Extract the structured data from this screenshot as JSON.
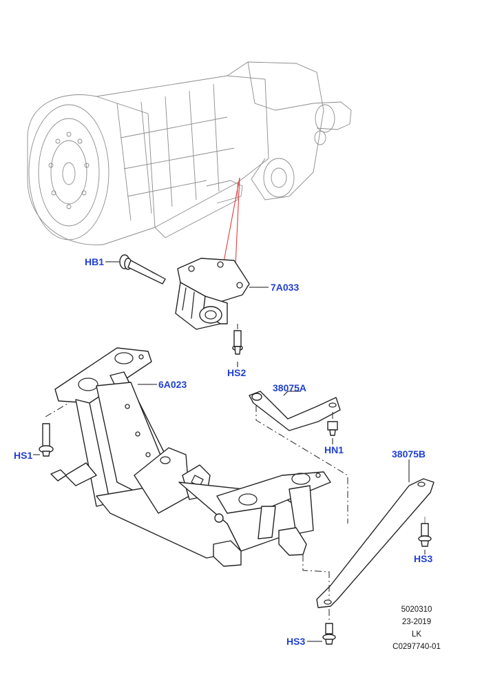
{
  "callouts": {
    "hb1": "HB1",
    "mount": "7A033",
    "hs2": "HS2",
    "crossmember": "6A023",
    "bracket_a": "38075A",
    "hn1": "HN1",
    "hs1": "HS1",
    "bracket_b": "38075B",
    "hs3_right": "HS3",
    "hs3_bottom": "HS3"
  },
  "footer": {
    "line1": "5020310",
    "line2": "23-2019",
    "line3": "LK",
    "line4": "C0297740-01"
  }
}
